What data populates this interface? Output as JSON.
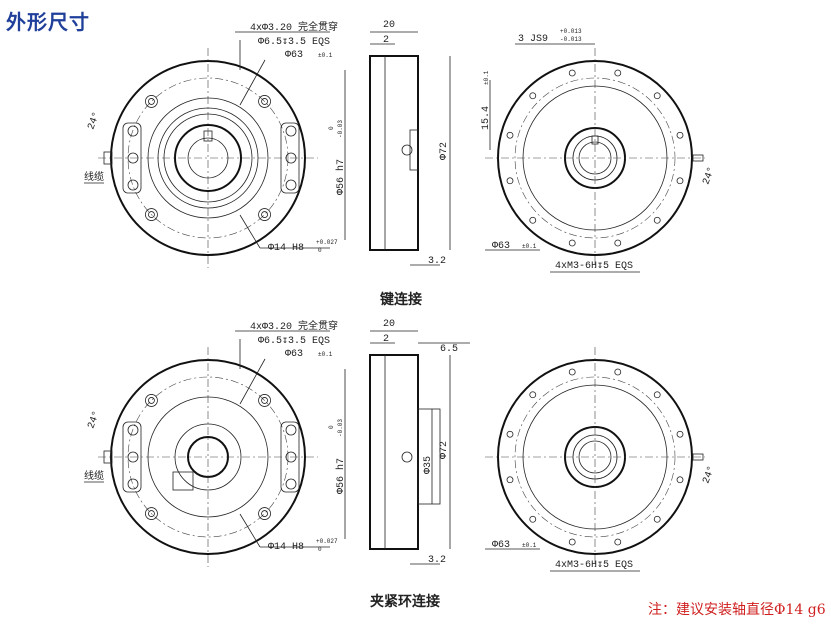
{
  "title": "外形尺寸",
  "views": [
    {
      "caption": "键连接",
      "front": {
        "hole_note": "4xΦ3.20 完全贯穿",
        "cbore_note": "Φ6.5↧3.5 EQS",
        "pcd": "Φ63",
        "pcd_tol": "±0.1",
        "bore": "Φ14 H8",
        "bore_tol_upper": "+0.027",
        "bore_tol_lower": "0",
        "angle": "24°",
        "cable": "线缆"
      },
      "side": {
        "width": "20",
        "step": "2",
        "dia_inner": "Φ56 h7",
        "dia_inner_tol_upper": "0",
        "dia_inner_tol_lower": "-0.03",
        "dia_outer": "Φ72",
        "bottom": "3.2"
      },
      "rear": {
        "key": "3 JS9",
        "key_tol_upper": "+0.013",
        "key_tol_lower": "-0.013",
        "key_depth": "15.4",
        "key_depth_tol": "±0.1",
        "pcd": "Φ63",
        "pcd_tol": "±0.1",
        "thread": "4xM3-6H↧5 EQS",
        "angle": "24°"
      }
    },
    {
      "caption": "夹紧环连接",
      "front": {
        "hole_note": "4xΦ3.20 完全贯穿",
        "cbore_note": "Φ6.5↧3.5 EQS",
        "pcd": "Φ63",
        "pcd_tol": "±0.1",
        "bore": "Φ14 H8",
        "bore_tol_upper": "+0.027",
        "bore_tol_lower": "0",
        "angle": "24°",
        "cable": "线缆"
      },
      "side": {
        "width": "20",
        "step": "2",
        "clamp": "6.5",
        "dia_inner": "Φ56 h7",
        "dia_inner_tol_upper": "0",
        "dia_inner_tol_lower": "-0.03",
        "dia_clamp": "Φ35",
        "dia_outer": "Φ72",
        "bottom": "3.2"
      },
      "rear": {
        "pcd": "Φ63",
        "pcd_tol": "±0.1",
        "thread": "4xM3-6H↧5 EQS",
        "angle": "24°"
      }
    }
  ],
  "note": "注：建议安装轴直径Φ14 g6",
  "colors": {
    "title": "#1f3f9a",
    "note": "#d02020"
  }
}
